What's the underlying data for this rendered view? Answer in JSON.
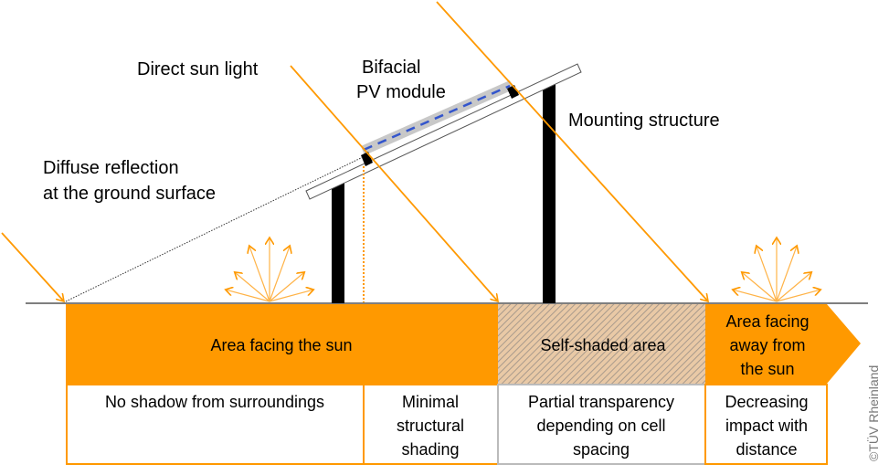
{
  "labels": {
    "direct_sun": "Direct sun light",
    "module_line1": "Bifacial",
    "module_line2": "PV module",
    "mounting": "Mounting structure",
    "diffuse_line1": "Diffuse reflection",
    "diffuse_line2": "at the ground surface"
  },
  "band": {
    "facing_sun": "Area facing the sun",
    "self_shaded": "Self-shaded area",
    "facing_away": [
      "Area facing",
      "away from",
      "the sun"
    ]
  },
  "boxes": {
    "no_shadow": "No shadow from surroundings",
    "minimal": [
      "Minimal",
      "structural",
      "shading"
    ],
    "partial": [
      "Partial transparency",
      "depending on cell",
      "spacing"
    ],
    "decreasing": [
      "Decreasing",
      "impact with",
      "distance"
    ]
  },
  "copyright": "©TÜV Rheinland",
  "colors": {
    "orange": "#FF9900",
    "hatch": "#C8A07A",
    "blue": "#3355CC",
    "gray": "#BBBBBB"
  }
}
